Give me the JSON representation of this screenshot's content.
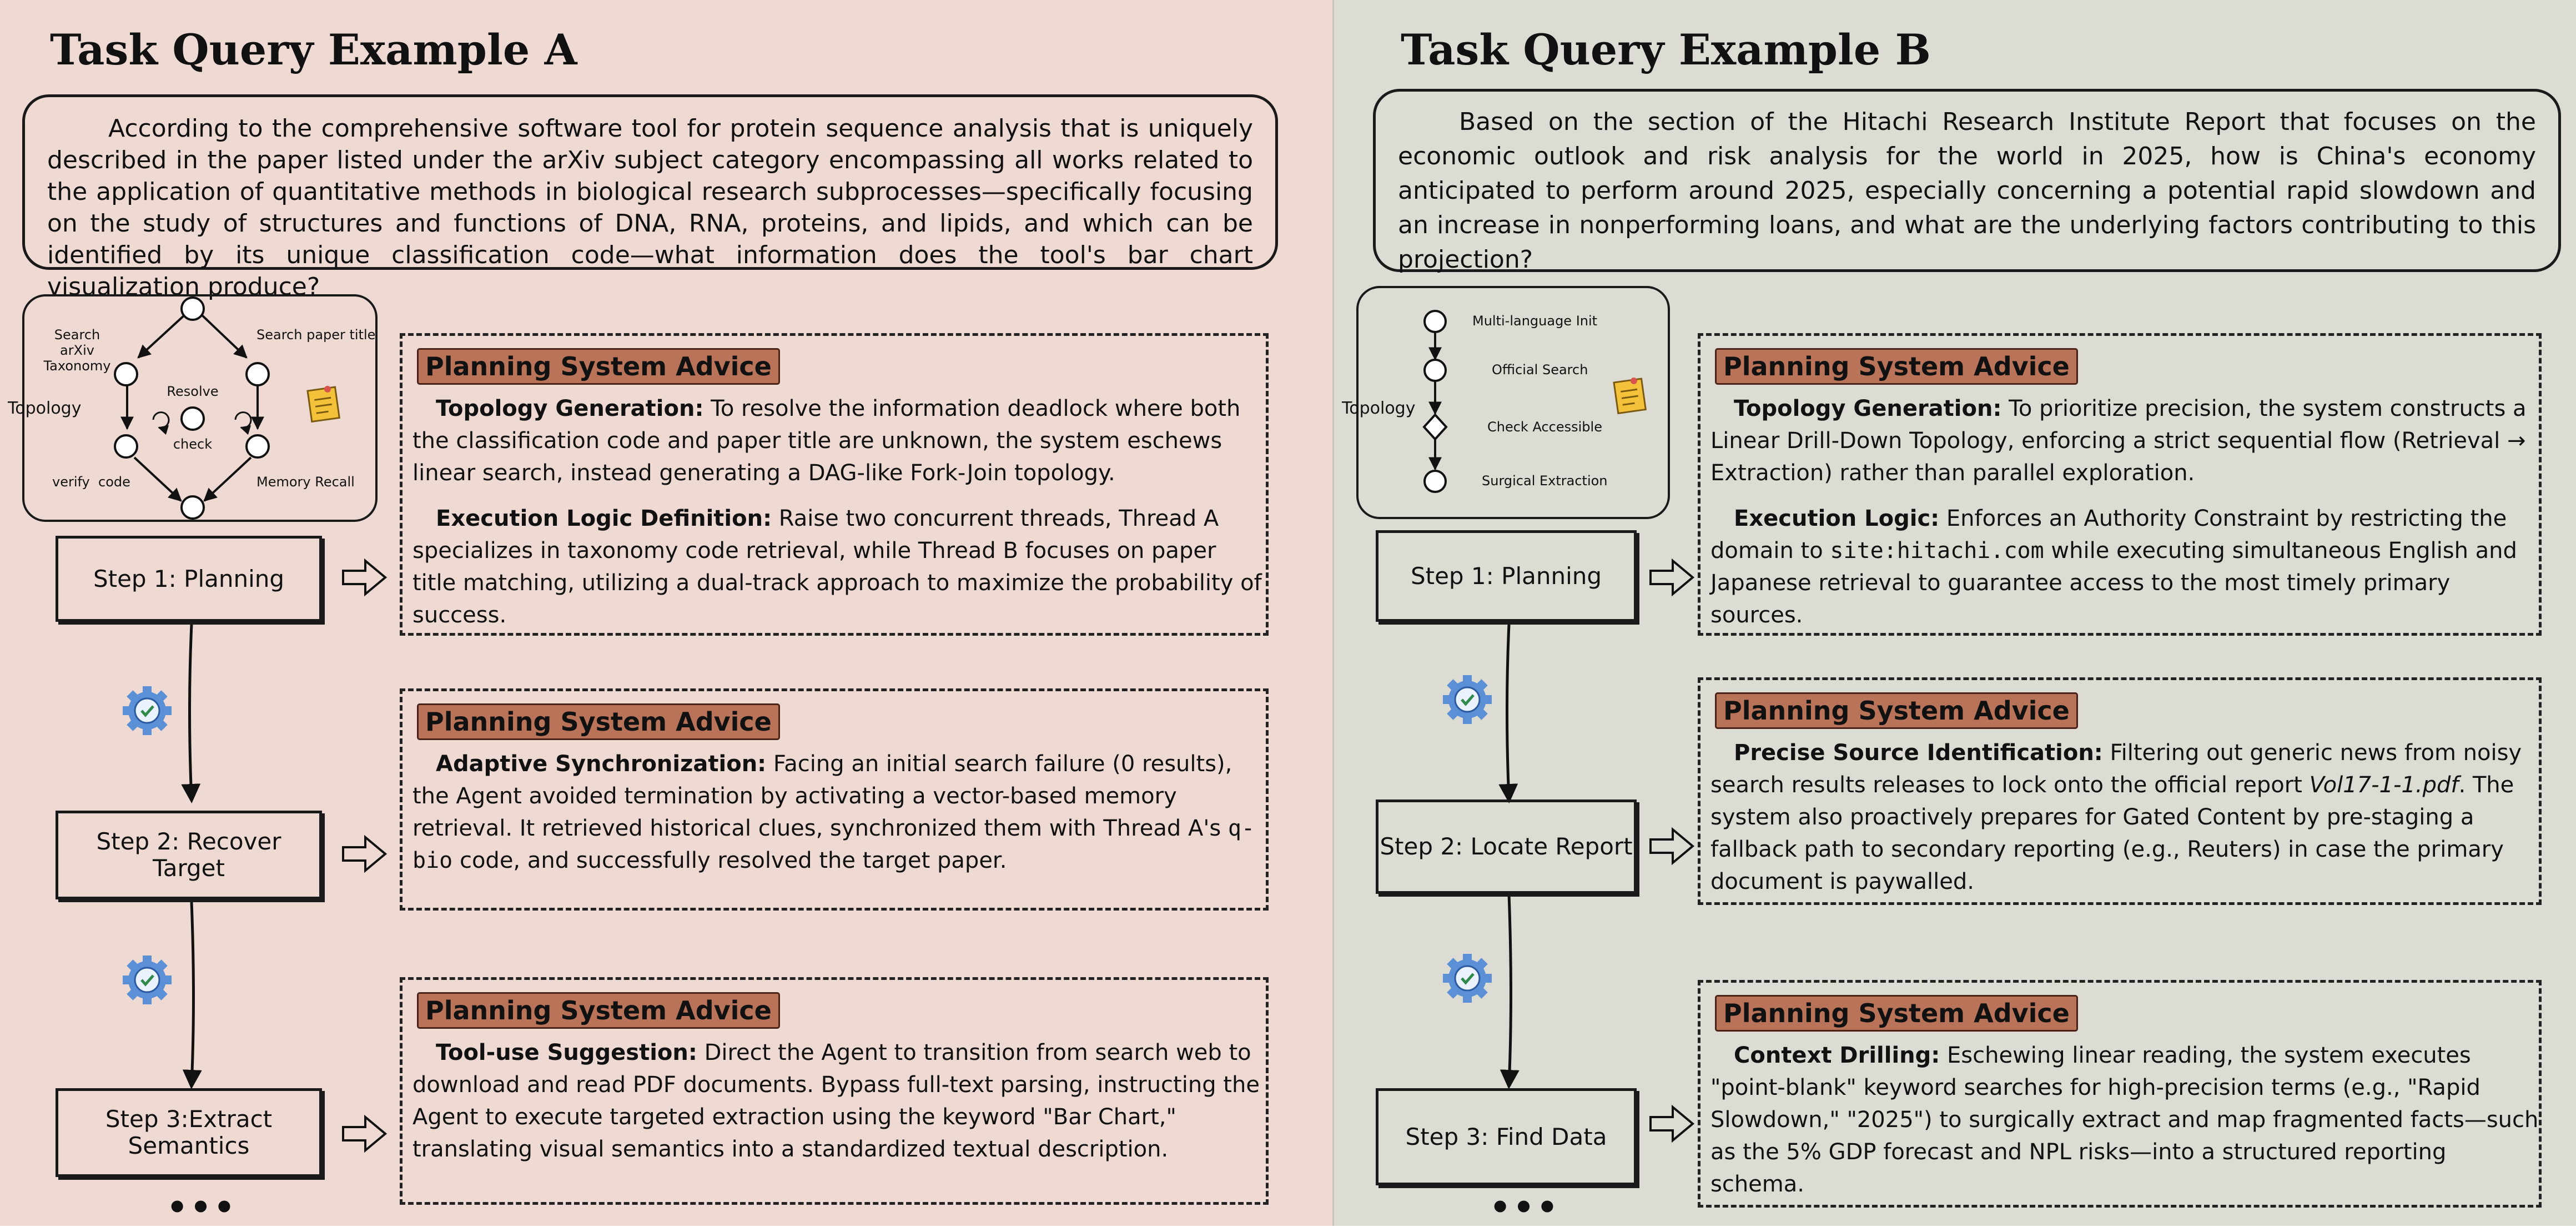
{
  "panel_a": {
    "title": "Task Query Example A",
    "query": "According to the comprehensive software tool for protein sequence analysis that is uniquely described in the paper listed under the arXiv subject category encompassing all works related to the application of quantitative methods in biological research subprocesses—specifically focusing on the study of structures and functions of DNA, RNA, proteins, and lipids, and which can be identified by its unique classification code—what information does the tool's bar chart visualization produce?",
    "topology": {
      "label": "Topology",
      "nodes": {
        "search_arxiv": "Search arXiv Taxonomy",
        "search_paper": "Search paper title",
        "resolve": "Resolve",
        "check": "check",
        "verify": "verify  code",
        "memory": "Memory Recall"
      }
    },
    "steps": [
      "Step 1: Planning",
      "Step 2: Recover Target",
      "Step 3:Extract Semantics"
    ],
    "ellipsis": "•••",
    "advice": [
      {
        "badge": "Planning System Advice",
        "paragraphs": [
          {
            "term": "Topology Generation:",
            "text": " To resolve the information deadlock where both the classification code and paper title are unknown, the system eschews linear search, instead generating a DAG-like Fork-Join topology."
          },
          {
            "term": "Execution Logic Definition:",
            "text": " Raise two concurrent threads, Thread A specializes in taxonomy code retrieval, while Thread B focuses on paper title matching, utilizing a dual-track approach to maximize the probability of success."
          }
        ]
      },
      {
        "badge": "Planning System Advice",
        "paragraphs": [
          {
            "term": "Adaptive Synchronization:",
            "pre": " Facing an initial search failure (0 results), the Agent avoided termination by activating a vector-based memory retrieval. It retrieved historical clues, synchronized them with Thread A's ",
            "code": "q-bio",
            "post": " code, and successfully resolved the target paper."
          }
        ]
      },
      {
        "badge": "Planning System Advice",
        "paragraphs": [
          {
            "term": "Tool-use Suggestion:",
            "text": " Direct the Agent to transition from search web to download and read PDF documents. Bypass full-text parsing, instructing the Agent to execute targeted extraction using the keyword \"Bar Chart,\" translating visual semantics into a standardized textual description."
          }
        ]
      }
    ]
  },
  "panel_b": {
    "title": "Task Query Example B",
    "query": "Based on the section of the Hitachi Research Institute Report that focuses on the economic outlook and risk analysis for the world in 2025, how is China's economy anticipated to perform around 2025, especially concerning a potential rapid slowdown and an increase in nonperforming loans, and what are the underlying factors contributing to this projection?",
    "topology": {
      "label": "Topology",
      "nodes": [
        "Multi-language Init",
        "Official Search",
        "Check Accessible",
        "Surgical Extraction"
      ]
    },
    "steps": [
      "Step 1: Planning",
      "Step 2: Locate Report",
      "Step 3: Find Data"
    ],
    "ellipsis": "•••",
    "advice": [
      {
        "badge": "Planning System Advice",
        "paragraphs": [
          {
            "term": "Topology Generation:",
            "text": " To prioritize precision, the system constructs a Linear Drill-Down Topology, enforcing a strict sequential flow (Retrieval → Extraction) rather than parallel exploration."
          },
          {
            "term": "Execution Logic:",
            "pre": " Enforces an Authority Constraint by restricting the domain to ",
            "code": "site:hitachi.com",
            "post": " while executing simultaneous English and Japanese retrieval to guarantee access to the most timely primary sources."
          }
        ]
      },
      {
        "badge": "Planning System Advice",
        "paragraphs": [
          {
            "term": "Precise Source Identification:",
            "pre": " Filtering out generic news from noisy search results releases to lock onto the official report ",
            "em": "Vol17-1-1.pdf",
            "post": ". The system also proactively prepares for Gated Content by pre-staging a fallback path to secondary reporting (e.g., Reuters) in case the primary document is paywalled."
          }
        ]
      },
      {
        "badge": "Planning System Advice",
        "paragraphs": [
          {
            "term": "Context Drilling:",
            "text": " Eschewing linear reading, the system executes \"point-blank\" keyword searches for high-precision terms (e.g., \"Rapid Slowdown,\" \"2025\") to surgically extract and map fragmented facts—such as the 5% GDP forecast and NPL risks—into a structured reporting schema."
          }
        ]
      }
    ]
  }
}
